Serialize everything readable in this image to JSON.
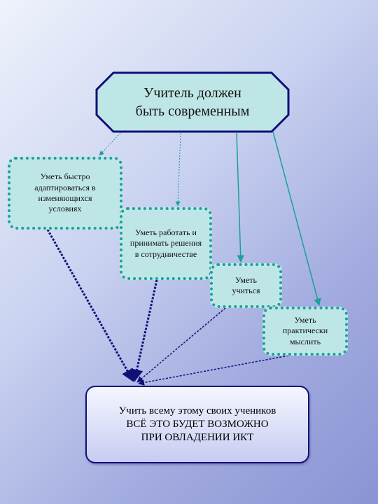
{
  "top_node": {
    "lines": [
      "Учитель должен",
      "быть современным"
    ]
  },
  "skills": [
    {
      "lines": [
        "Уметь быстро",
        "адаптироваться  в",
        "изменяющихся",
        "условиях"
      ]
    },
    {
      "lines": [
        "Уметь работать и",
        "принимать решения",
        "в сотрудничестве"
      ]
    },
    {
      "lines": [
        "Уметь",
        "учиться"
      ]
    },
    {
      "lines": [
        "Уметь",
        "практически",
        "мыслить"
      ]
    }
  ],
  "bottom_node": {
    "lines": [
      "Учить всему этому своих учеников",
      "ВСЁ ЭТО БУДЕТ ВОЗМОЖНО",
      "ПРИ ОВЛАДЕНИИ ИКТ"
    ]
  },
  "colors": {
    "top_fill": "#bfe6e6",
    "top_border": "#10107a",
    "skill_fill": "#bfe6e6",
    "skill_border": "#1aa09a",
    "arrow_teal": "#1aa09a",
    "arrow_navy": "#10107a"
  }
}
